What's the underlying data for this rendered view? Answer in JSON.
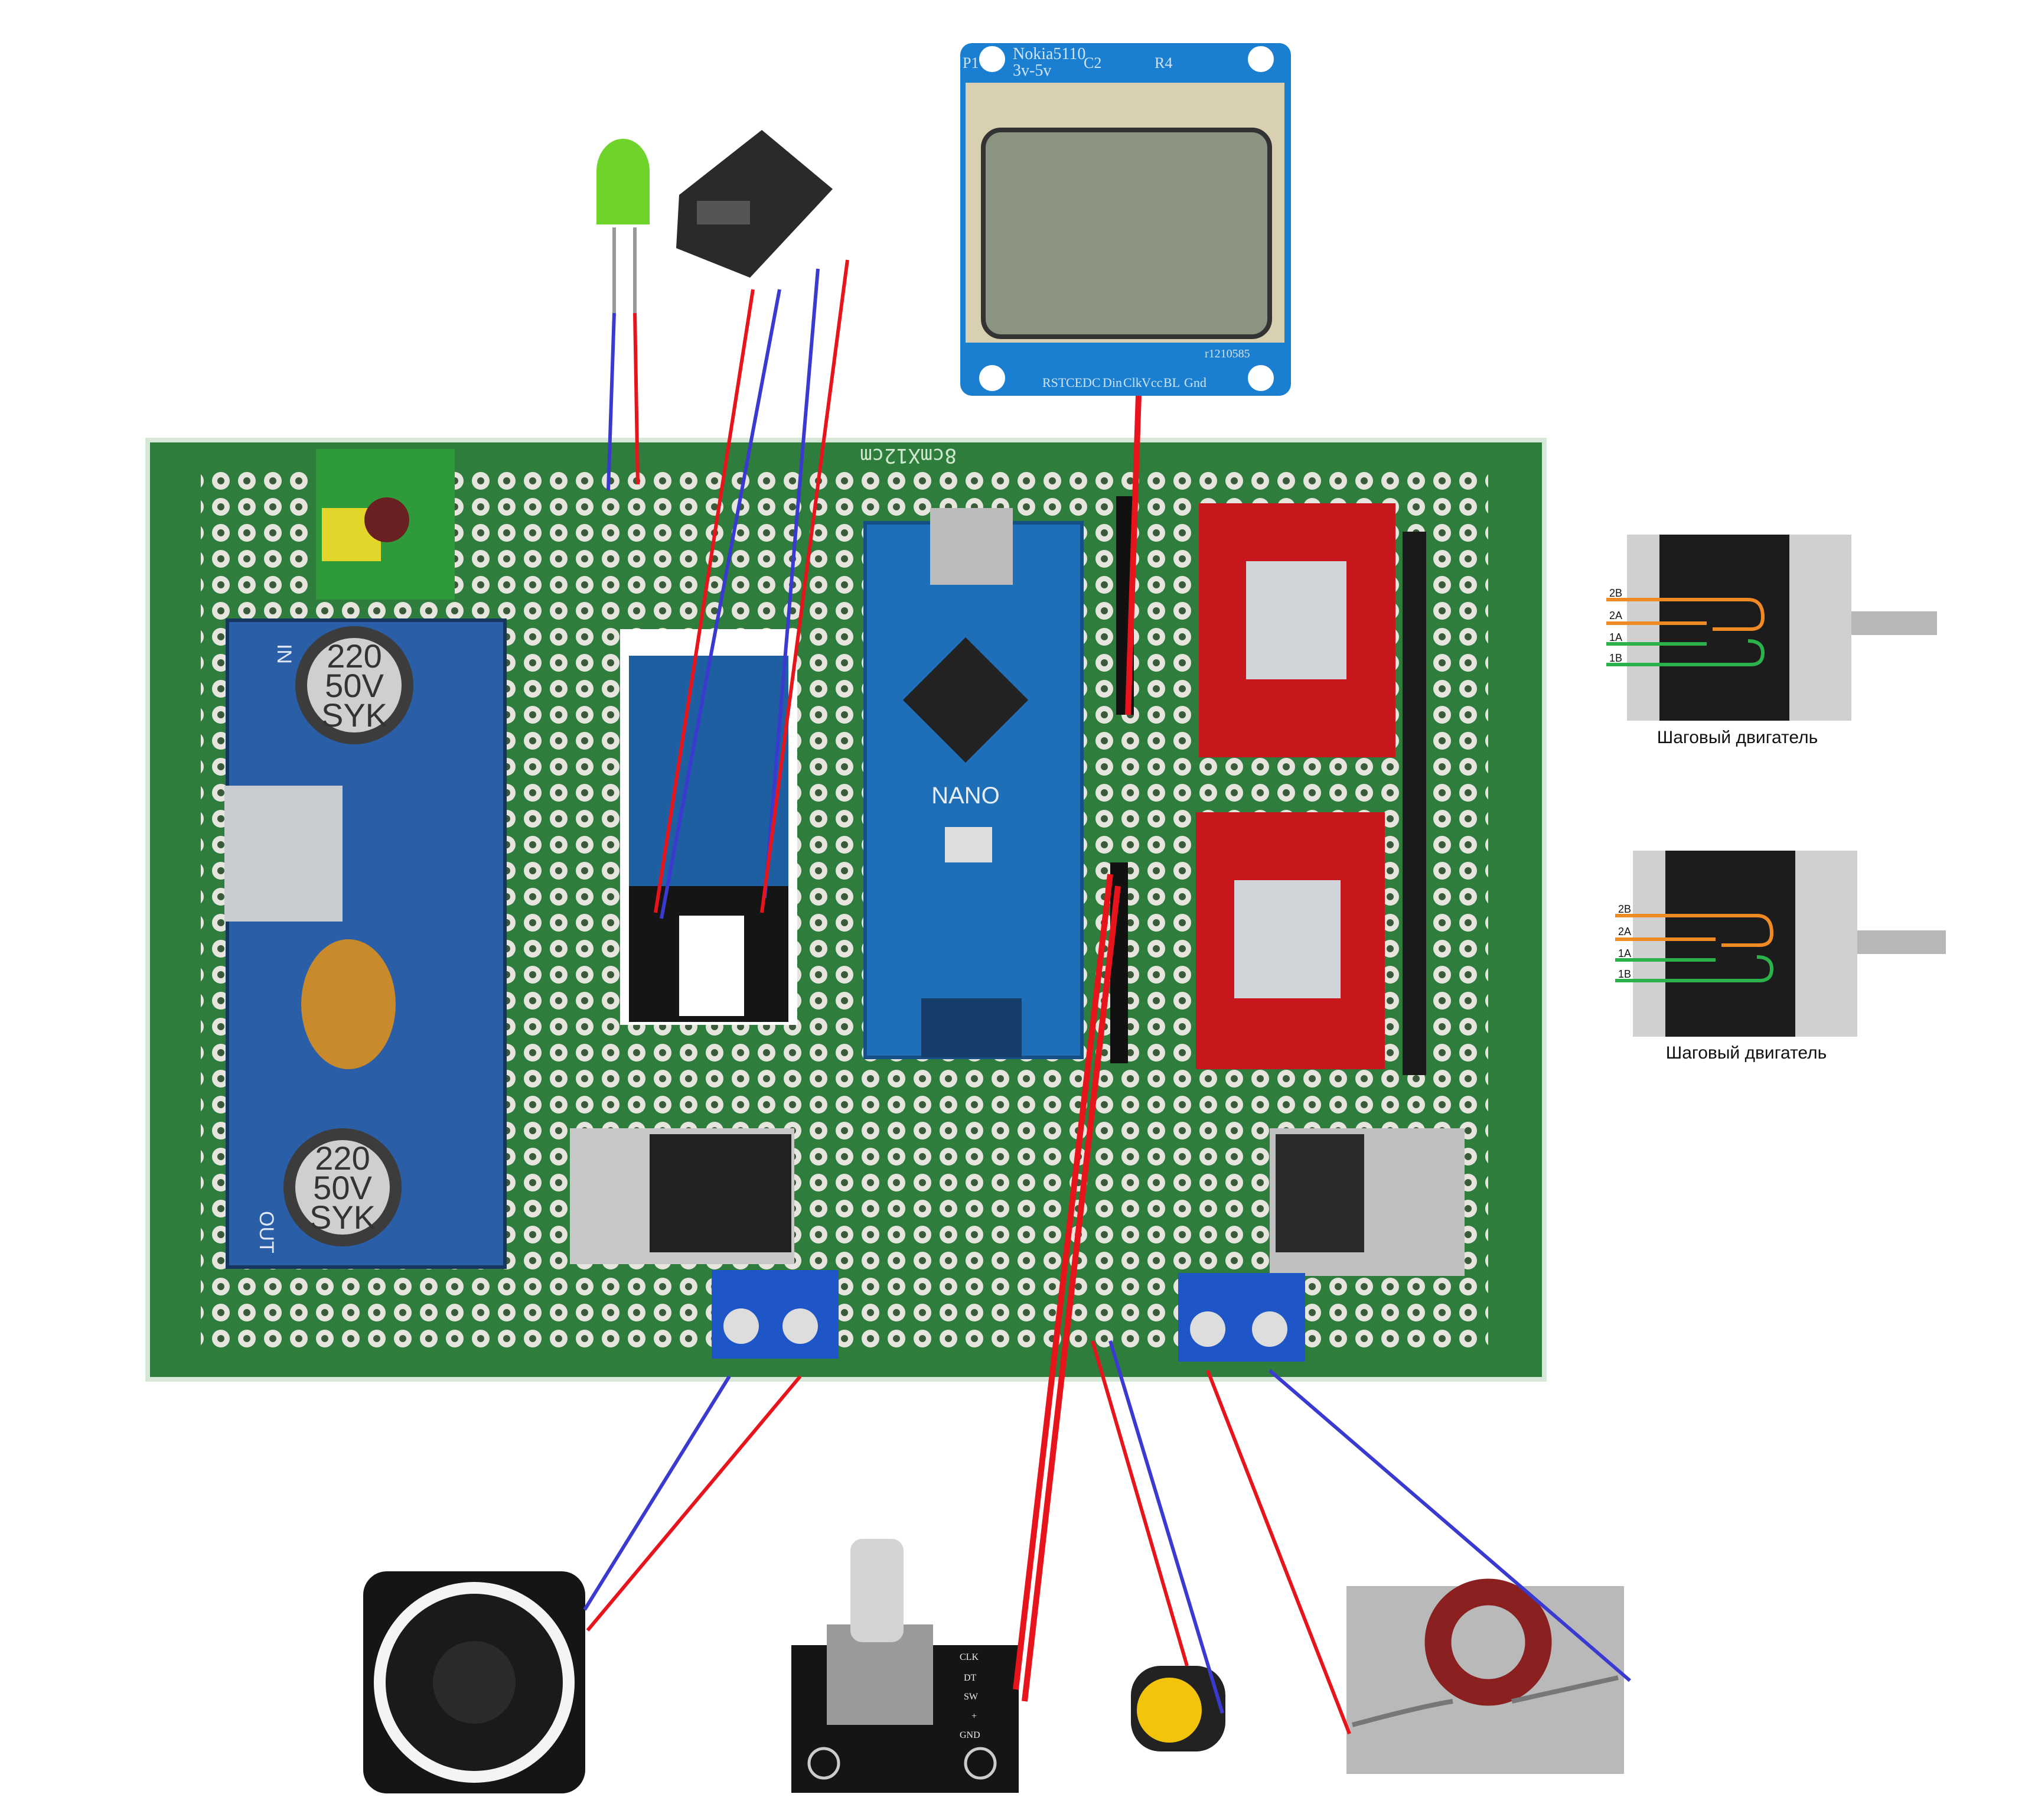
{
  "nokia": {
    "title": "Nokia5110",
    "voltage": "3v-5v",
    "p1": "P1",
    "c2": "C2",
    "r4": "R4",
    "serial": "r1210585",
    "pins": [
      "RST",
      "CE",
      "DC",
      "Din",
      "Clk",
      "Vcc",
      "BL",
      "Gnd"
    ]
  },
  "pcb": {
    "size_label": "8cmX12cm",
    "nano_label": "NANO",
    "cap_label": [
      "220",
      "50V",
      "SYK"
    ],
    "module_in": "IN",
    "module_out": "OUT"
  },
  "steppers": [
    {
      "label": "Шаговый двигатель",
      "wires": [
        "2B",
        "2A",
        "1A",
        "1B"
      ]
    },
    {
      "label": "Шаговый двигатель",
      "wires": [
        "2B",
        "2A",
        "1A",
        "1B"
      ]
    }
  ],
  "encoder": {
    "pins": [
      "CLK",
      "DT",
      "SW",
      "+",
      "GND"
    ]
  },
  "colors": {
    "wire_red": "#e8141c",
    "wire_blue": "#3a3ad0",
    "pcb_green": "#2f7d3c",
    "driver_red": "#c8161d",
    "nano_blue": "#1f6fb8",
    "coil_orange": "#f08a24",
    "coil_green": "#2bb24a"
  }
}
